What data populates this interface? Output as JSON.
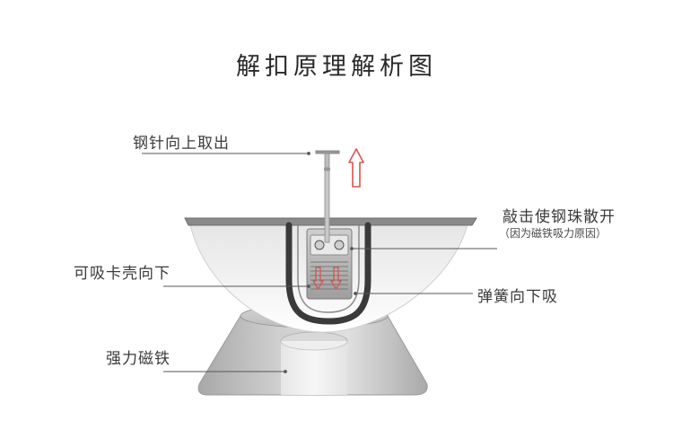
{
  "title": "解扣原理解析图",
  "labels": {
    "pin": "钢针向上取出",
    "strike": "敲击使钢珠散开",
    "strike_note": "（因为磁铁吸力原因）",
    "shell": "可吸卡壳向下",
    "spring": "弹簧向下吸",
    "magnet": "强力磁铁"
  },
  "colors": {
    "arrow": "#d9534f",
    "leader": "#555555",
    "plate": "#8a8a8a",
    "cup": "#3a3a3a",
    "magnet_body": "#b9b9b9"
  },
  "icons": [
    "up-arrow-icon",
    "down-arrow-icon"
  ]
}
